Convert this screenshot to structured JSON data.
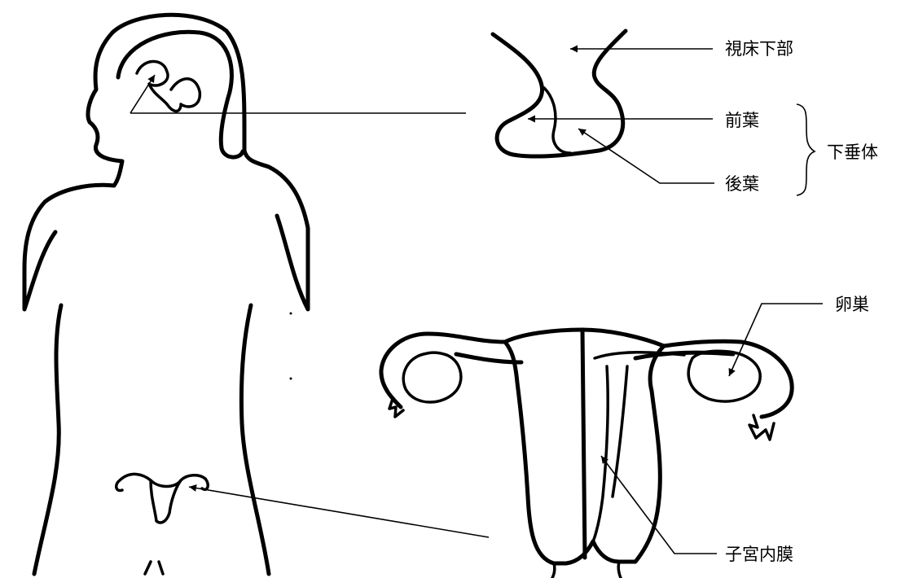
{
  "labels": {
    "hypothalamus": "視床下部",
    "anterior_lobe": "前葉",
    "posterior_lobe": "後葉",
    "pituitary": "下垂体",
    "ovary": "卵巣",
    "endometrium": "子宮内膜"
  },
  "colors": {
    "ink": "#000000",
    "background": "#ffffff"
  }
}
